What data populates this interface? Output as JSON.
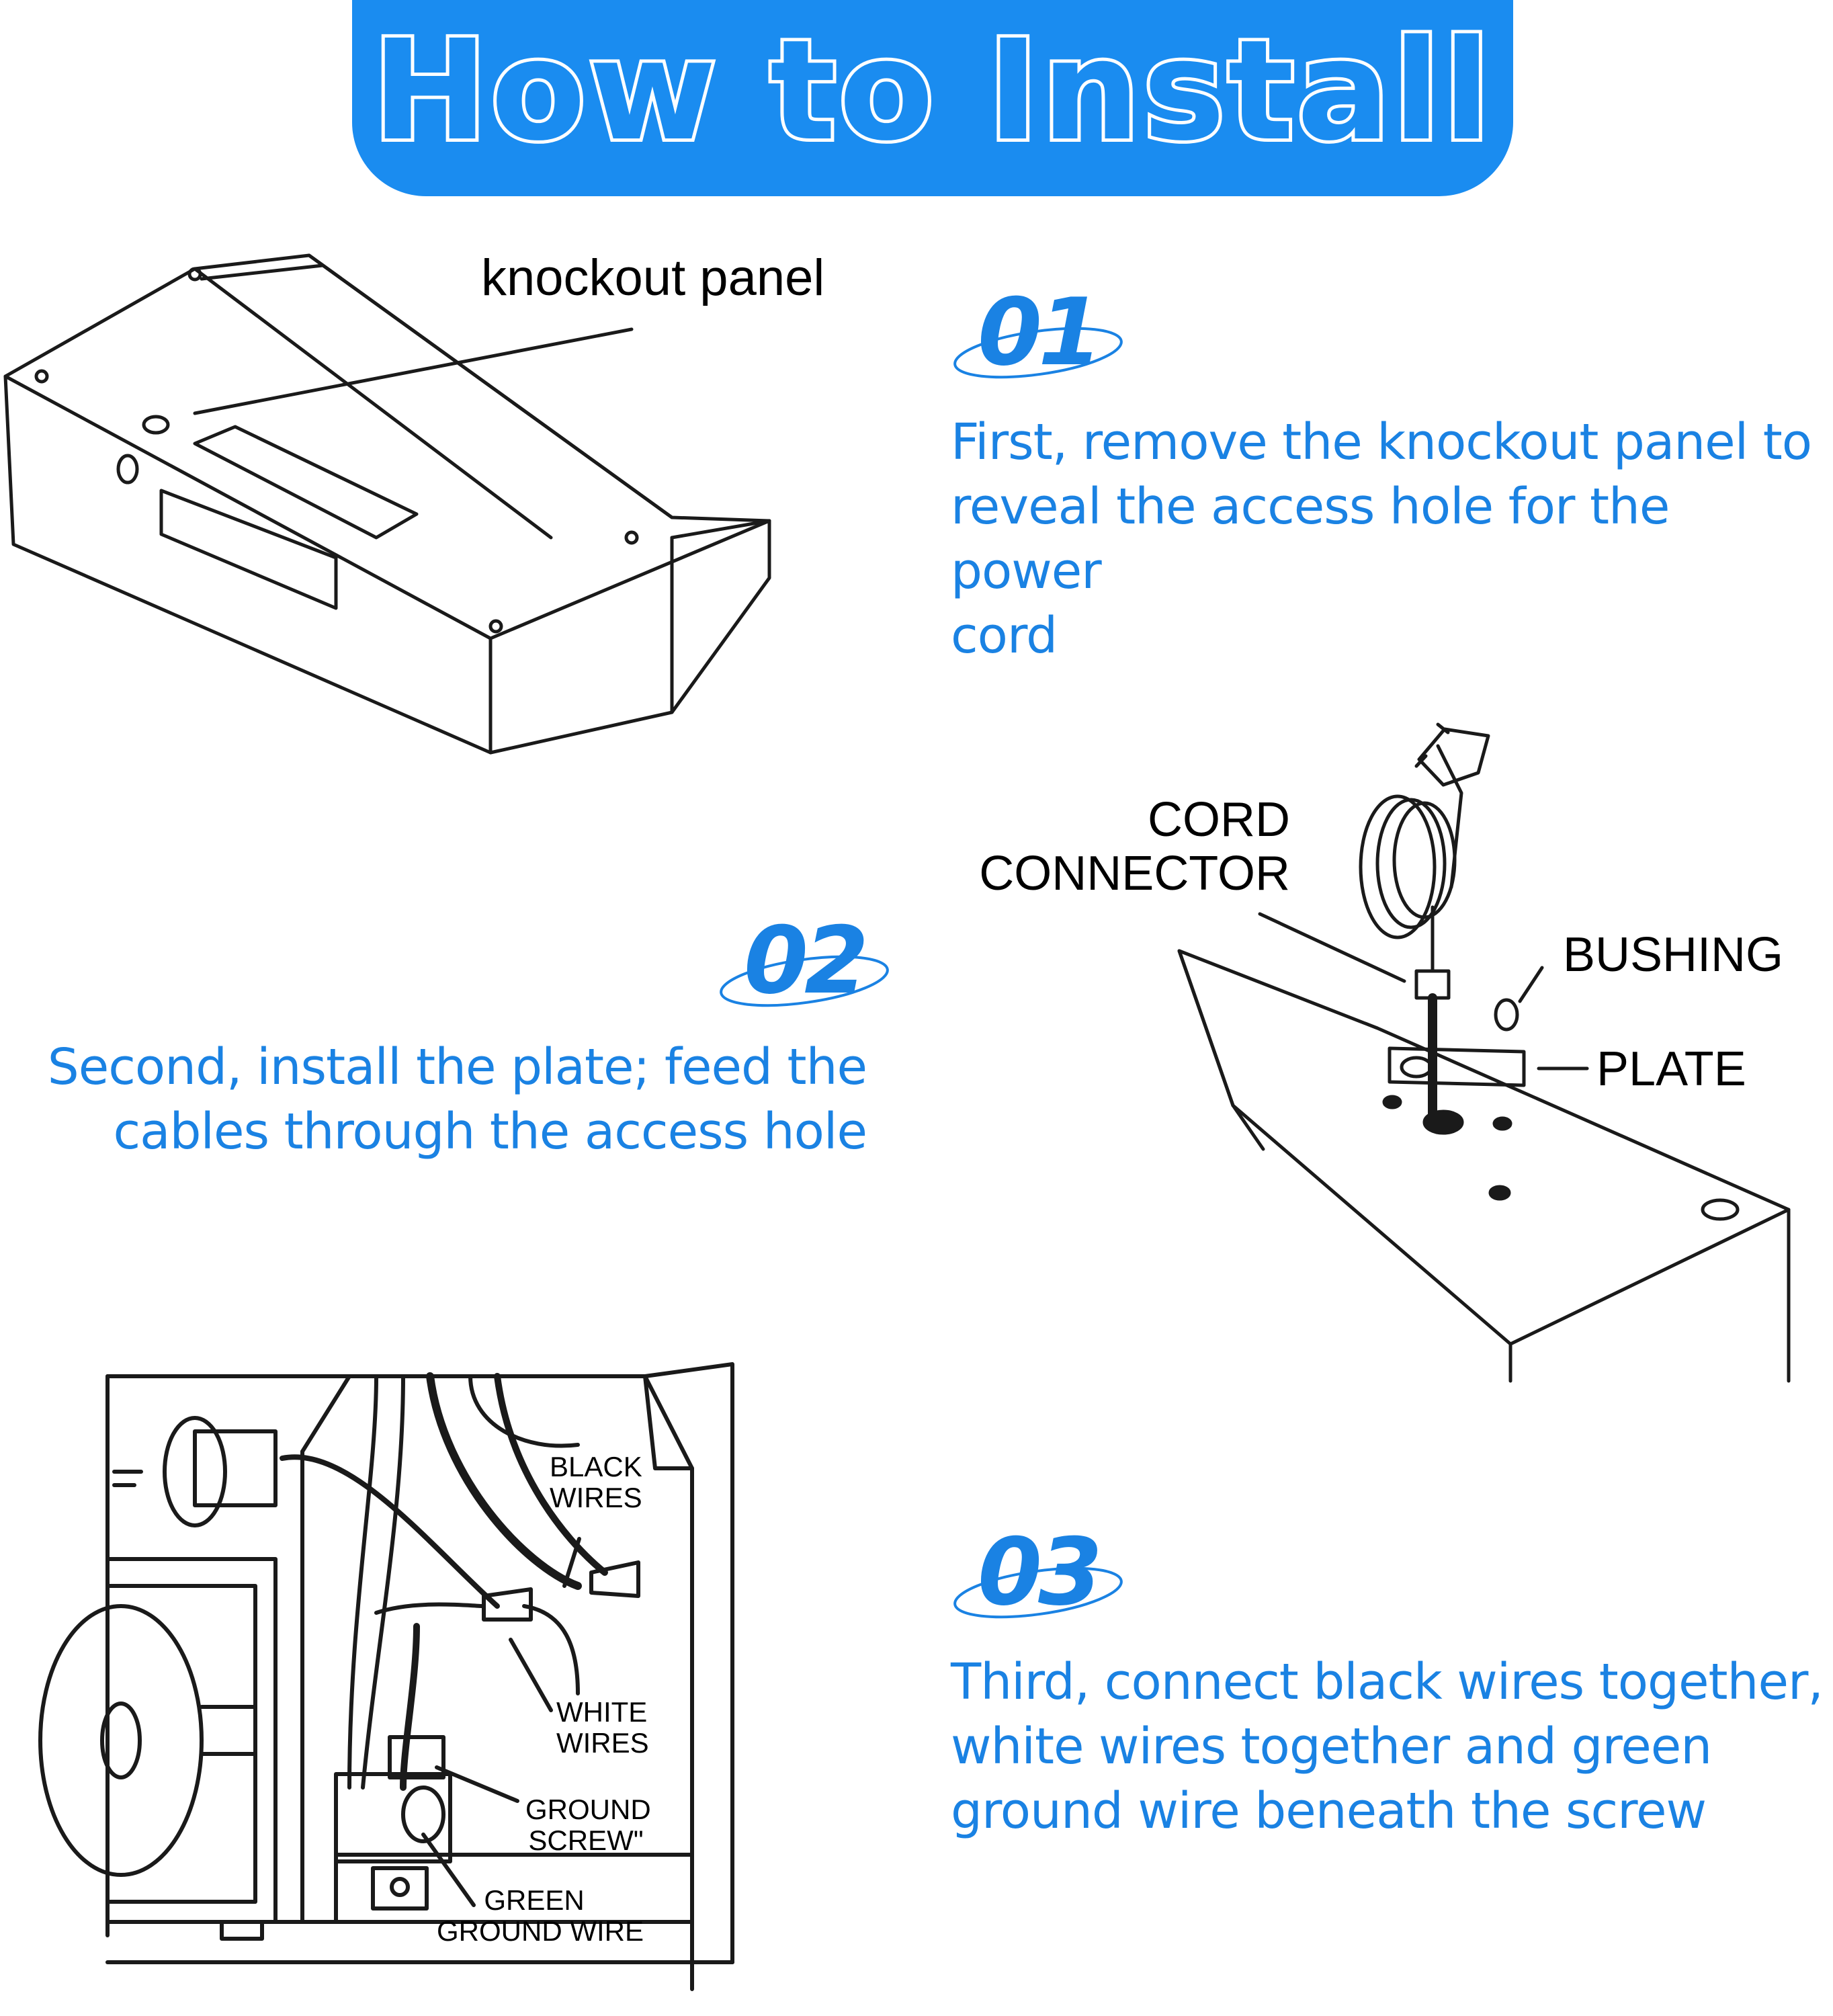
{
  "header": {
    "title": "How to Install"
  },
  "steps": [
    {
      "number": "01",
      "text_lines": [
        "First, remove the knockout panel to",
        "reveal the access hole for the power",
        "cord"
      ]
    },
    {
      "number": "02",
      "text_lines": [
        "Second, install the plate; feed the",
        "cables through the access hole"
      ]
    },
    {
      "number": "03",
      "text_lines": [
        "Third, connect black wires together,",
        "white wires together and green",
        "ground wire beneath the screw"
      ]
    }
  ],
  "figure1": {
    "label": "knockout panel"
  },
  "figure2": {
    "labels": {
      "cord_connector_1": "CORD",
      "cord_connector_2": "CONNECTOR",
      "bushing": "BUSHING",
      "plate": "PLATE"
    }
  },
  "figure3": {
    "labels": {
      "black_1": "BLACK",
      "black_2": "WIRES",
      "white_1": "WHITE",
      "white_2": "WIRES",
      "ground_screw_1": "GROUND",
      "ground_screw_2": "SCREW\"",
      "green_1": "GREEN",
      "green_2": "GROUND WIRE"
    }
  },
  "colors": {
    "accent": "#1a8cf0",
    "text_blue": "#1a82e3",
    "line": "#1a1a1a"
  }
}
